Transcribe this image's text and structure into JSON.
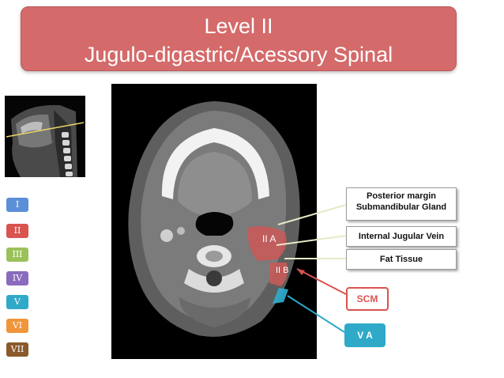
{
  "title": {
    "line1": "Level II",
    "line2": "Jugulo-digastric/Acessory Spinal"
  },
  "level_keys": [
    {
      "label": "I",
      "color": "#5b8fd6"
    },
    {
      "label": "II",
      "color": "#d9534f"
    },
    {
      "label": "III",
      "color": "#9bc25a"
    },
    {
      "label": "IV",
      "color": "#8a6bbd"
    },
    {
      "label": "V",
      "color": "#2fa9c8"
    },
    {
      "label": "VI",
      "color": "#f0953a"
    },
    {
      "label": "VII",
      "color": "#8a5a2b"
    }
  ],
  "region_labels": {
    "iia": "II A",
    "iib": "II B"
  },
  "annotations": {
    "posterior_margin_line1": "Posterior margin",
    "posterior_margin_line2": "Submandibular Gland",
    "internal_jugular_vein": "Internal Jugular Vein",
    "fat_tissue": "Fat Tissue"
  },
  "callouts": {
    "scm": {
      "label": "SCM",
      "color": "#d9534f"
    },
    "va": {
      "label": "V A",
      "color": "#2fa9c8"
    }
  }
}
